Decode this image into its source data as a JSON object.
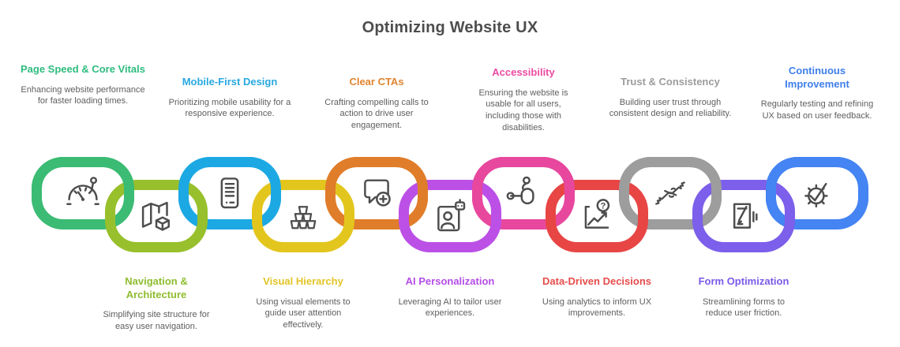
{
  "header": {
    "title": "Optimizing Website UX",
    "color": "#4d4d4d"
  },
  "description_color": "#5e5e5e",
  "items": [
    {
      "title": "Page Speed & Core Vitals",
      "description": "Enhancing website performance for faster loading times.",
      "position": "up",
      "ring_color": "#3bbb73",
      "title_color": "#2ebc7e",
      "icon": "speedometer-icon"
    },
    {
      "title": "Navigation & Architecture",
      "description": "Simplifying site structure for easy user navigation.",
      "position": "down",
      "ring_color": "#97c02c",
      "title_color": "#8fbd2f",
      "icon": "map-cube-icon"
    },
    {
      "title": "Mobile-First Design",
      "description": "Prioritizing mobile usability for a responsive experience.",
      "position": "up",
      "ring_color": "#1ca9e3",
      "title_color": "#29a8e0",
      "icon": "smartphone-icon"
    },
    {
      "title": "Visual Hierarchy",
      "description": "Using visual elements to guide user attention effectively.",
      "position": "down",
      "ring_color": "#e3c61d",
      "title_color": "#e3c426",
      "icon": "stacked-cups-icon"
    },
    {
      "title": "Clear CTAs",
      "description": "Crafting compelling calls to action to drive user engagement.",
      "position": "up",
      "ring_color": "#e07d2a",
      "title_color": "#e08530",
      "icon": "speech-bubble-plus-icon"
    },
    {
      "title": "AI Personalization",
      "description": "Leveraging AI to tailor user experiences.",
      "position": "down",
      "ring_color": "#bc50e6",
      "title_color": "#b54de8",
      "icon": "id-badge-ai-icon"
    },
    {
      "title": "Accessibility",
      "description": "Ensuring the website is usable for all users, including those with disabilities.",
      "position": "up",
      "ring_color": "#e7489e",
      "title_color": "#ec4aa2",
      "icon": "wheelchair-icon"
    },
    {
      "title": "Data-Driven Decisions",
      "description": "Using analytics to inform UX improvements.",
      "position": "down",
      "ring_color": "#e84545",
      "title_color": "#e64c4c",
      "icon": "chart-question-icon"
    },
    {
      "title": "Trust & Consistency",
      "description": "Building user trust through consistent design and reliability.",
      "position": "up",
      "ring_color": "#9d9d9d",
      "title_color": "#9c9c9c",
      "icon": "handshake-icon"
    },
    {
      "title": "Form Optimization",
      "description": "Streamlining forms to reduce user friction.",
      "position": "down",
      "ring_color": "#7c5fea",
      "title_color": "#7a59e8",
      "icon": "form-document-icon"
    },
    {
      "title": "Continuous Improvement",
      "description": "Regularly testing and refining UX based on user feedback.",
      "position": "up",
      "ring_color": "#4484f3",
      "title_color": "#3f7eea",
      "icon": "gear-check-icon"
    }
  ]
}
